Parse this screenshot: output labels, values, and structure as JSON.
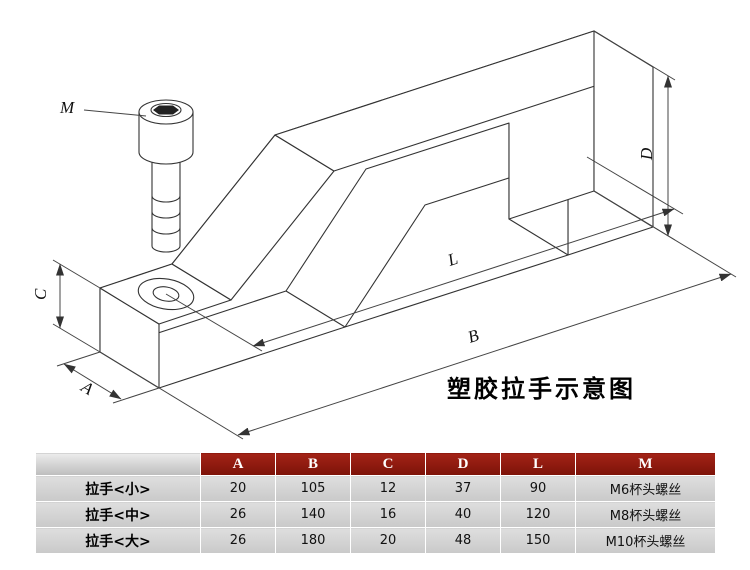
{
  "diagram": {
    "caption": "塑胶拉手示意图",
    "labels": {
      "m": "M",
      "d": "D",
      "c": "C",
      "a": "A",
      "b": "B",
      "l": "L"
    }
  },
  "table": {
    "headers": [
      "",
      "A",
      "B",
      "C",
      "D",
      "L",
      "M"
    ],
    "rows": [
      {
        "label": "拉手<小>",
        "values": [
          "20",
          "105",
          "12",
          "37",
          "90",
          "M6杯头螺丝"
        ]
      },
      {
        "label": "拉手<中>",
        "values": [
          "26",
          "140",
          "16",
          "40",
          "120",
          "M8杯头螺丝"
        ]
      },
      {
        "label": "拉手<大>",
        "values": [
          "26",
          "180",
          "20",
          "48",
          "150",
          "M10杯头螺丝"
        ]
      }
    ]
  },
  "colors": {
    "header_bg": "#8e1b10",
    "row_bg": "#d6d6d6",
    "line": "#333333"
  }
}
